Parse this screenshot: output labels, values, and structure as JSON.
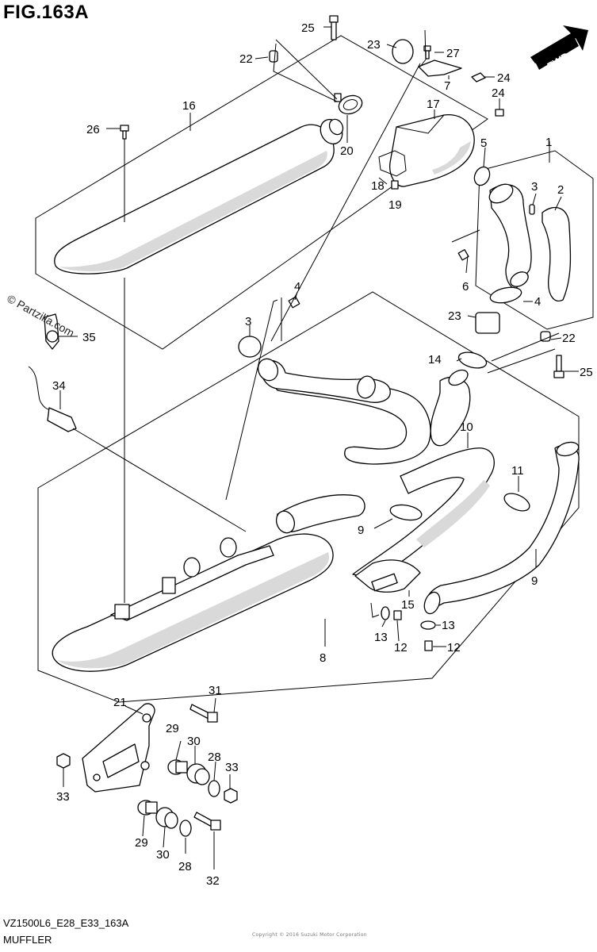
{
  "header": {
    "figure_title": "FIG.163A"
  },
  "footer": {
    "diagram_code": "VZ1500L6_E28_E33_163A",
    "section_name": "MUFFLER",
    "fine_print": "Copyright © 2016 Suzuki Motor Corporation"
  },
  "watermark": {
    "text": "© Partzilla.com"
  },
  "badge": {
    "fwd_label": "FWD"
  },
  "callouts": {
    "c1": "1",
    "c2": "2",
    "c3a": "3",
    "c3b": "3",
    "c4a": "4",
    "c4b": "4",
    "c5": "5",
    "c6": "6",
    "c7": "7",
    "c8": "8",
    "c9a": "9",
    "c9b": "9",
    "c10": "10",
    "c11": "11",
    "c12a": "12",
    "c12b": "12",
    "c13a": "13",
    "c13b": "13",
    "c14": "14",
    "c15": "15",
    "c16": "16",
    "c17": "17",
    "c18": "18",
    "c19": "19",
    "c20": "20",
    "c21": "21",
    "c22a": "22",
    "c22b": "22",
    "c23a": "23",
    "c23b": "23",
    "c24a": "24",
    "c24b": "24",
    "c25a": "25",
    "c25b": "25",
    "c26": "26",
    "c27": "27",
    "c28a": "28",
    "c28b": "28",
    "c29a": "29",
    "c29b": "29",
    "c30a": "30",
    "c30b": "30",
    "c31": "31",
    "c32": "32",
    "c33a": "33",
    "c33b": "33",
    "c34": "34",
    "c35": "35"
  }
}
